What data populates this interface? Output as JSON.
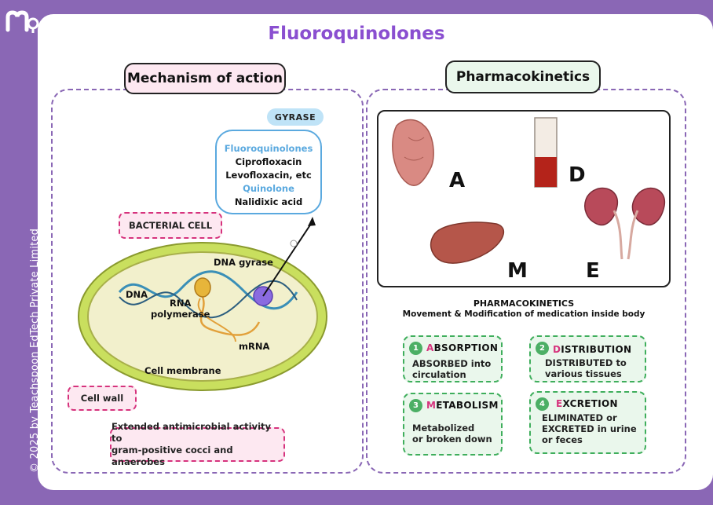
{
  "title": "Fluoroquinolones",
  "copyright": "© 2025 by Teachspoon EdTech Private Limited",
  "mechanism": {
    "heading": "Mechanism of action",
    "gyrase_label": "GYRASE",
    "drug_box": {
      "line1": "Fluoroquinolones",
      "line2": "Ciprofloxacin",
      "line3": "Levofloxacin, etc",
      "line4": "Quinolone",
      "line5": "Nalidixic acid"
    },
    "bacterial_cell": "BACTERIAL CELL",
    "dna_gyrase": "DNA gyrase",
    "dna": "DNA",
    "rna_polymerase_1": "RNA",
    "rna_polymerase_2": "polymerase",
    "mrna": "mRNA",
    "cell_membrane": "Cell membrane",
    "cell_wall": "Cell wall",
    "activity_1": "Extended antimicrobial activity to",
    "activity_2": "gram-positive cocci and anaerobes"
  },
  "pharmacokinetics": {
    "heading": "Pharmacokinetics",
    "letters": {
      "a": "A",
      "d": "D",
      "m": "M",
      "e": "E"
    },
    "caption_title": "PHARMACOKINETICS",
    "caption_sub": "Movement & Modification of medication inside body",
    "boxes": [
      {
        "num": "1",
        "first": "A",
        "rest": "BSORPTION",
        "desc1": "ABSORBED into",
        "desc2": "circulation",
        "desc3": ""
      },
      {
        "num": "2",
        "first": "D",
        "rest": "ISTRIBUTION",
        "desc1": "DISTRIBUTED to",
        "desc2": "various tissues",
        "desc3": ""
      },
      {
        "num": "3",
        "first": "M",
        "rest": "ETABOLISM",
        "desc1": "Metabolized",
        "desc2": "or broken down",
        "desc3": ""
      },
      {
        "num": "4",
        "first": "E",
        "rest": "XCRETION",
        "desc1": "ELIMINATED or",
        "desc2": "EXCRETED in urine",
        "desc3": "or feces"
      }
    ]
  },
  "colors": {
    "frame": "#8a67b5",
    "title": "#8a4fd0",
    "pink": "#d6337d",
    "blue": "#5aa9df",
    "green": "#3fae5c"
  }
}
